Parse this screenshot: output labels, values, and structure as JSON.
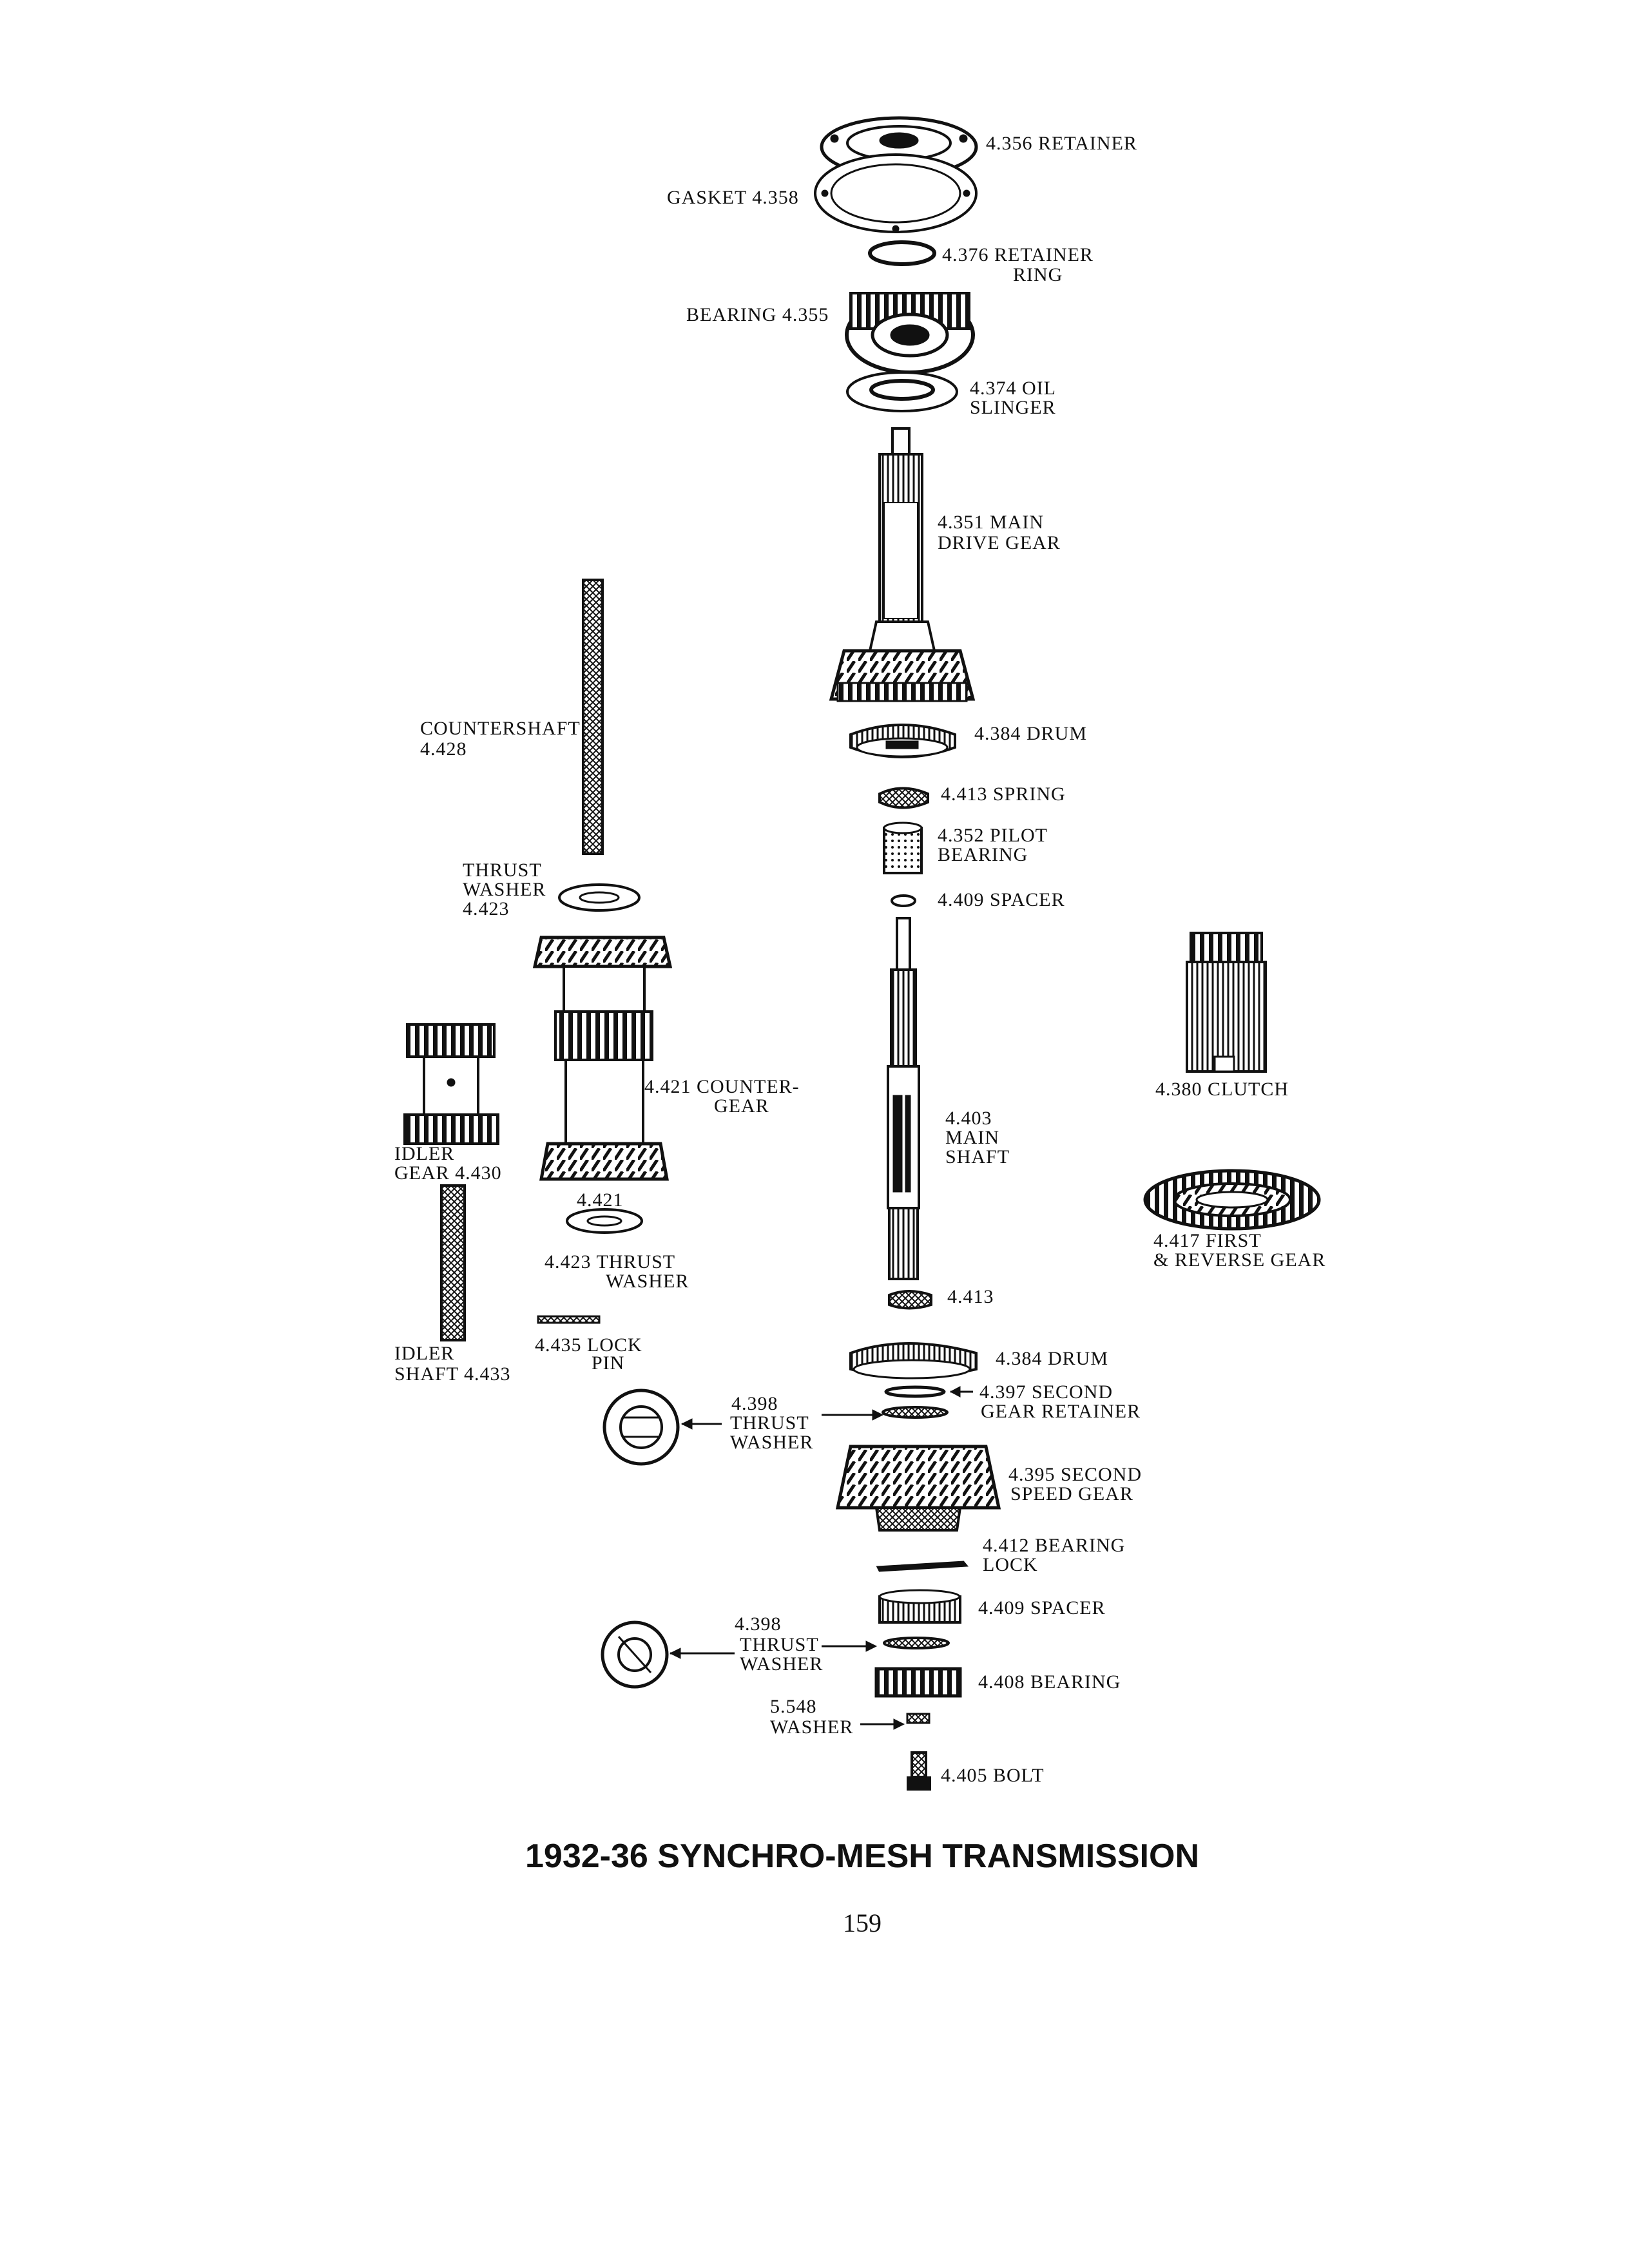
{
  "diagram": {
    "title": "1932-36 SYNCHRO-MESH TRANSMISSION",
    "page_number": "159",
    "labels": {
      "retainer_4356": "4.356 RETAINER",
      "gasket_4358": "GASKET 4.358",
      "retainer_ring_1": "4.376 RETAINER",
      "retainer_ring_2": "RING",
      "bearing_4355": "BEARING 4.355",
      "oil_slinger_1": "4.374 OIL",
      "oil_slinger_2": "SLINGER",
      "main_drive_gear_1": "4.351 MAIN",
      "main_drive_gear_2": "DRIVE GEAR",
      "drum_top": "4.384 DRUM",
      "countershaft_1": "COUNTERSHAFT",
      "countershaft_2": "4.428",
      "spring_4413": "4.413 SPRING",
      "pilot_bearing_1": "4.352 PILOT",
      "pilot_bearing_2": "BEARING",
      "spacer_top": "4.409 SPACER",
      "thrust_washer_top_1": "THRUST",
      "thrust_washer_top_2": "WASHER",
      "thrust_washer_top_3": "4.423",
      "countergear_1": "4.421 COUNTER-",
      "countergear_2": "GEAR",
      "countergear_num": "4.421",
      "clutch_4380": "4.380 CLUTCH",
      "idler_gear_1": "IDLER",
      "idler_gear_2": "GEAR 4.430",
      "mainshaft_1": "4.403",
      "mainshaft_2": "MAIN",
      "mainshaft_3": "SHAFT",
      "first_reverse_1": "4.417 FIRST",
      "first_reverse_2": "& REVERSE GEAR",
      "thrust_washer_mid_1": "4.423 THRUST",
      "thrust_washer_mid_2": "WASHER",
      "part_4413": "4.413",
      "lock_pin_1": "4.435 LOCK",
      "lock_pin_2": "PIN",
      "idler_shaft_1": "IDLER",
      "idler_shaft_2": "SHAFT 4.433",
      "drum_lower": "4.384 DRUM",
      "thrust_washer_4398a_1": "4.398",
      "thrust_washer_4398a_2": "THRUST",
      "thrust_washer_4398a_3": "WASHER",
      "second_gear_retainer_1": "4.397 SECOND",
      "second_gear_retainer_2": "GEAR RETAINER",
      "second_speed_gear_1": "4.395 SECOND",
      "second_speed_gear_2": "SPEED GEAR",
      "bearing_lock_1": "4.412 BEARING",
      "bearing_lock_2": "LOCK",
      "spacer_lower": "4.409 SPACER",
      "thrust_washer_4398b_1": "4.398",
      "thrust_washer_4398b_2": "THRUST",
      "thrust_washer_4398b_3": "WASHER",
      "bearing_4408": "4.408 BEARING",
      "washer_5548_1": "5.548",
      "washer_5548_2": "WASHER",
      "bolt_4405": "4.405 BOLT"
    }
  }
}
